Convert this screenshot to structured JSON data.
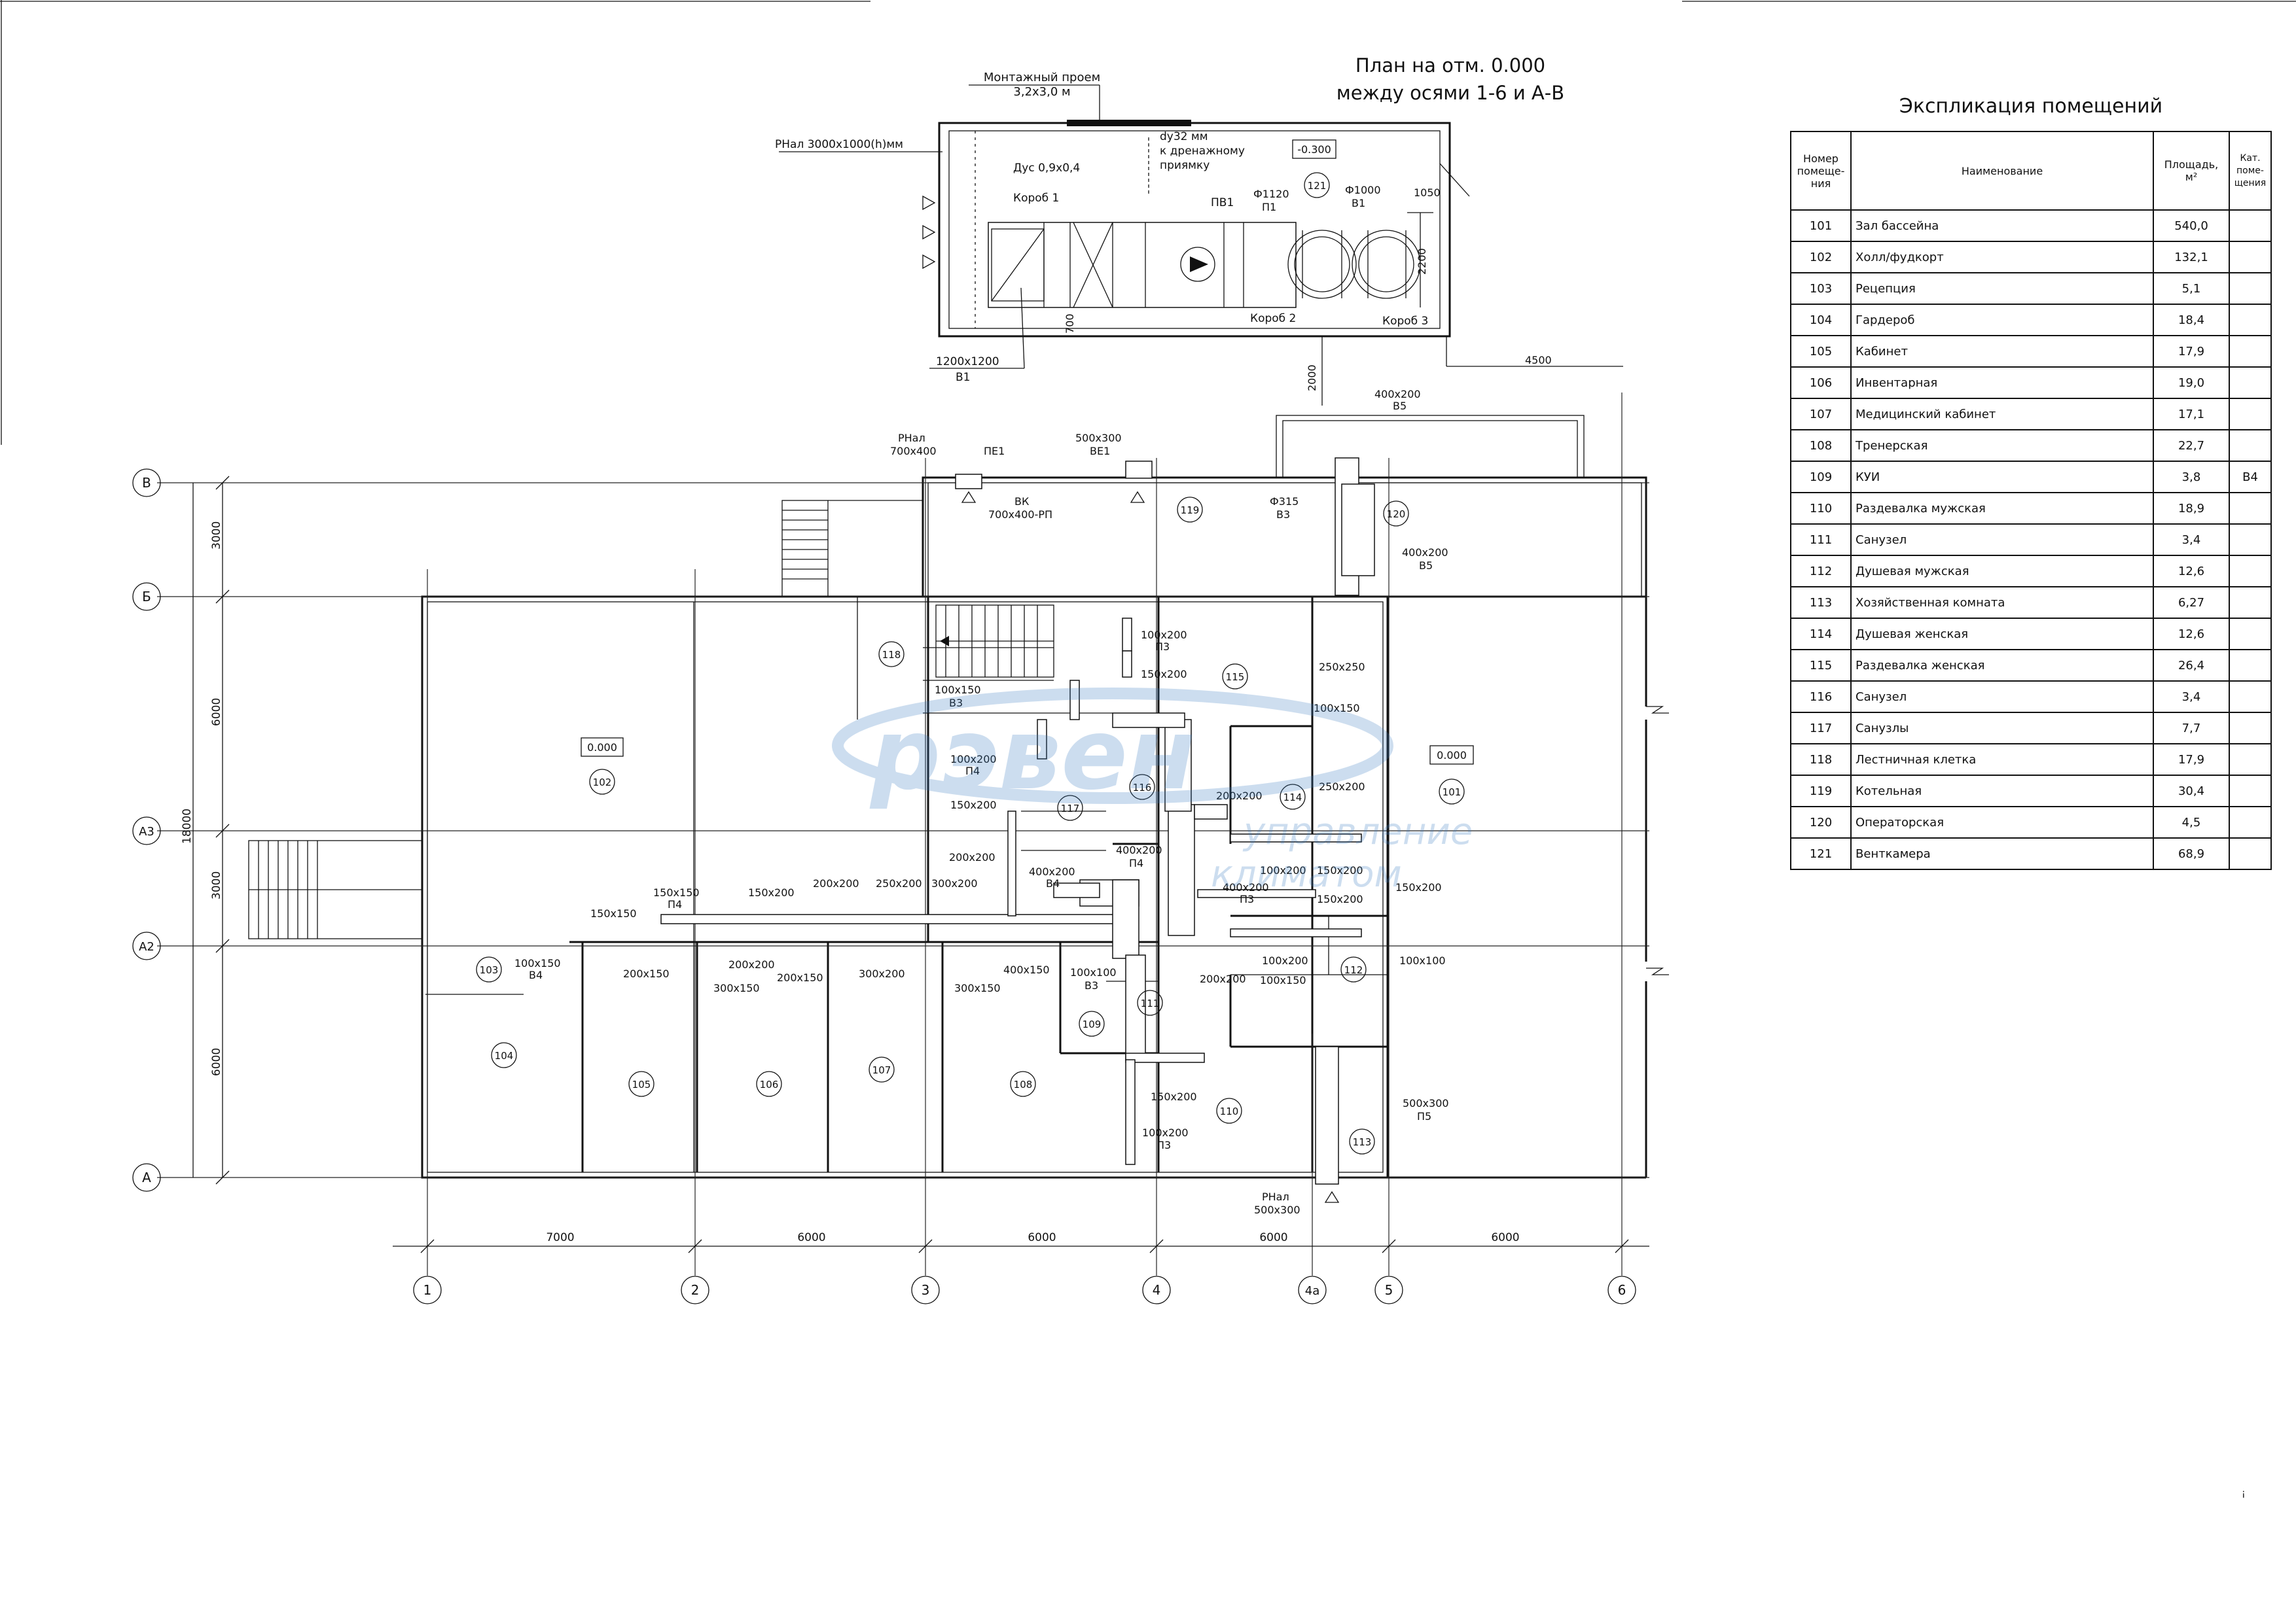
{
  "plan_title": {
    "line1": "План на отм. 0.000",
    "line2": "между осями 1-6 и А-В"
  },
  "explication": {
    "title": "Экспликация помещений",
    "headers": {
      "number": "Номер помеще-ния",
      "name": "Наименование",
      "area": "Площадь, м²",
      "category": "Кат. поме-щения"
    },
    "rows": [
      {
        "num": "101",
        "name": "Зал бассейна",
        "area": "540,0",
        "cat": ""
      },
      {
        "num": "102",
        "name": "Холл/фудкорт",
        "area": "132,1",
        "cat": ""
      },
      {
        "num": "103",
        "name": "Рецепция",
        "area": "5,1",
        "cat": ""
      },
      {
        "num": "104",
        "name": "Гардероб",
        "area": "18,4",
        "cat": ""
      },
      {
        "num": "105",
        "name": "Кабинет",
        "area": "17,9",
        "cat": ""
      },
      {
        "num": "106",
        "name": "Инвентарная",
        "area": "19,0",
        "cat": ""
      },
      {
        "num": "107",
        "name": "Медицинский кабинет",
        "area": "17,1",
        "cat": ""
      },
      {
        "num": "108",
        "name": "Тренерская",
        "area": "22,7",
        "cat": ""
      },
      {
        "num": "109",
        "name": "КУИ",
        "area": "3,8",
        "cat": "В4"
      },
      {
        "num": "110",
        "name": "Раздевалка мужская",
        "area": "18,9",
        "cat": ""
      },
      {
        "num": "111",
        "name": "Санузел",
        "area": "3,4",
        "cat": ""
      },
      {
        "num": "112",
        "name": "Душевая мужская",
        "area": "12,6",
        "cat": ""
      },
      {
        "num": "113",
        "name": "Хозяйственная комната",
        "area": "6,27",
        "cat": ""
      },
      {
        "num": "114",
        "name": "Душевая женская",
        "area": "12,6",
        "cat": ""
      },
      {
        "num": "115",
        "name": "Раздевалка женская",
        "area": "26,4",
        "cat": ""
      },
      {
        "num": "116",
        "name": "Санузел",
        "area": "3,4",
        "cat": ""
      },
      {
        "num": "117",
        "name": "Санузлы",
        "area": "7,7",
        "cat": ""
      },
      {
        "num": "118",
        "name": "Лестничная клетка",
        "area": "17,9",
        "cat": ""
      },
      {
        "num": "119",
        "name": "Котельная",
        "area": "30,4",
        "cat": ""
      },
      {
        "num": "120",
        "name": "Операторская",
        "area": "4,5",
        "cat": ""
      },
      {
        "num": "121",
        "name": "Венткамера",
        "area": "68,9",
        "cat": ""
      }
    ]
  },
  "axes": {
    "columns": [
      "1",
      "2",
      "3",
      "4",
      "4а",
      "5",
      "6"
    ],
    "rows": [
      "В",
      "Б",
      "А3",
      "А2",
      "А"
    ]
  },
  "dimensions": {
    "bottom": [
      "7000",
      "6000",
      "6000",
      "6000",
      "6000"
    ],
    "left": [
      "3000",
      "6000",
      "3000",
      "6000"
    ],
    "left_total": "18000",
    "vent_top": [
      "1050",
      "2200",
      "700",
      "2000",
      "4500"
    ]
  },
  "levels": {
    "hall": "0.000",
    "pool": "0.000",
    "vent": "-0.300"
  },
  "rooms": [
    "101",
    "102",
    "103",
    "104",
    "105",
    "106",
    "107",
    "108",
    "109",
    "110",
    "111",
    "112",
    "113",
    "114",
    "115",
    "116",
    "117",
    "118",
    "119",
    "120",
    "121"
  ],
  "vent_chamber_labels": {
    "opening": "Монтажный проем",
    "opening_size": "3,2х3,0 м",
    "grille": "РНал 3000х1000(h)мм",
    "drain": "dу32 мм",
    "drain2": "к дренажному",
    "drain3": "приямку",
    "dus": "Дус 0,9х0,4",
    "box1": "Короб 1",
    "box2": "Короб 2",
    "box3": "Короб 3",
    "pv1": "ПВ1",
    "d1120": "Ф1120",
    "p1": "П1",
    "d1000": "Ф1000",
    "v1": "В1",
    "size1200": "1200х1200",
    "v1b": "В1"
  },
  "duct_labels": {
    "rnal1": "РНал",
    "rnal1s": "700х400",
    "pe1": "ПЕ1",
    "ve1s": "500х300",
    "ve1": "ВЕ1",
    "vk": "ВК",
    "vks": "700х400-РП",
    "v5s1": "400х200",
    "v5a": "В5",
    "d315": "Ф315",
    "v3a": "В3",
    "v5s2": "400х200",
    "v5b": "В5",
    "s100x200a": "100х200",
    "p3a": "П3",
    "s150x200a": "150х200",
    "s100x150a": "100х150",
    "v3b": "В3",
    "s250x250": "250х250",
    "s100x150b": "100х150",
    "s100x200b": "100х200",
    "p4a": "П4",
    "s250x200a": "250х200",
    "s150x200b": "150х200",
    "s200x200a": "200х200",
    "s200x200b": "200х200",
    "s400x200a": "400х200",
    "p4b": "П4",
    "s400x200b": "400х200",
    "v4a": "В4",
    "s400x200c": "400х200",
    "p3b": "П3",
    "s100x200c": "100х200",
    "s150x200c": "150х200",
    "s150x200d": "150х200",
    "s150x200e": "150х200",
    "s150x150a": "150х150",
    "p4c": "П4",
    "s150x150b": "150х150",
    "s150x200f": "150х200",
    "s200x200c": "200х200",
    "s250x200b": "250х200",
    "s300x200a": "300х200",
    "s100x150c": "100х150",
    "v4b": "В4",
    "s200x150a": "200х150",
    "s300x150a": "300х150",
    "s200x200d": "200х200",
    "s200x150b": "200х150",
    "s300x200b": "300х200",
    "s300x150b": "300х150",
    "s400x150": "400х150",
    "s100x100a": "100х100",
    "v3c": "В3",
    "s100x200d": "100х200",
    "s200x200e": "200х200",
    "s100x150d": "100х150",
    "s100x100b": "100х100",
    "s150x200g": "150х200",
    "s100x200e": "100х200",
    "p3c": "П3",
    "s500x300a": "500х300",
    "p5": "П5",
    "rnal2": "РНал",
    "rnal2s": "500х300"
  },
  "watermark": {
    "word": "рэвен",
    "sub1": "управление",
    "sub2": "климатом"
  },
  "colors": {
    "ink": "#111111",
    "watermark": "#3a7cc0"
  }
}
